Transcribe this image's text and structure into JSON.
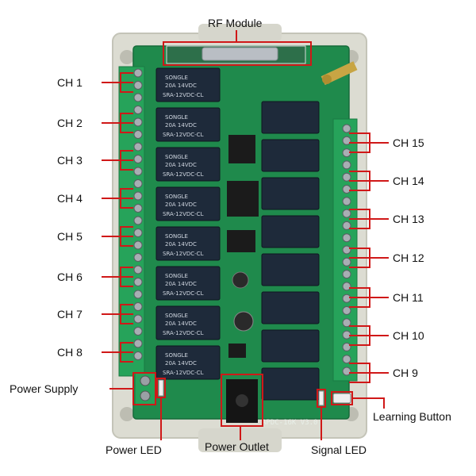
{
  "labels": {
    "rf_module": "RF Module",
    "power_supply": "Power Supply",
    "power_led": "Power LED",
    "power_outlet": "Power Outlet",
    "signal_led": "Signal LED",
    "learning_button": "Learning Button"
  },
  "channels_left": [
    "CH 1",
    "CH 2",
    "CH 3",
    "CH 4",
    "CH 5",
    "CH 6",
    "CH 7",
    "CH 8"
  ],
  "channels_right": [
    "CH 15",
    "CH 14",
    "CH 13",
    "CH 12",
    "CH 11",
    "CH 10",
    "CH 9"
  ],
  "relay_text": {
    "brand": "SONGLE",
    "model": "SRA-12VDC-CL",
    "rating": "20A 14VDC"
  },
  "board_text": "APDC-16K V3.0",
  "colors": {
    "board": "#1f8a4c",
    "terminal": "#26a35a",
    "relay": "#1e2a3a",
    "annotation": "#d01818",
    "housing": "#dcdcd2"
  }
}
